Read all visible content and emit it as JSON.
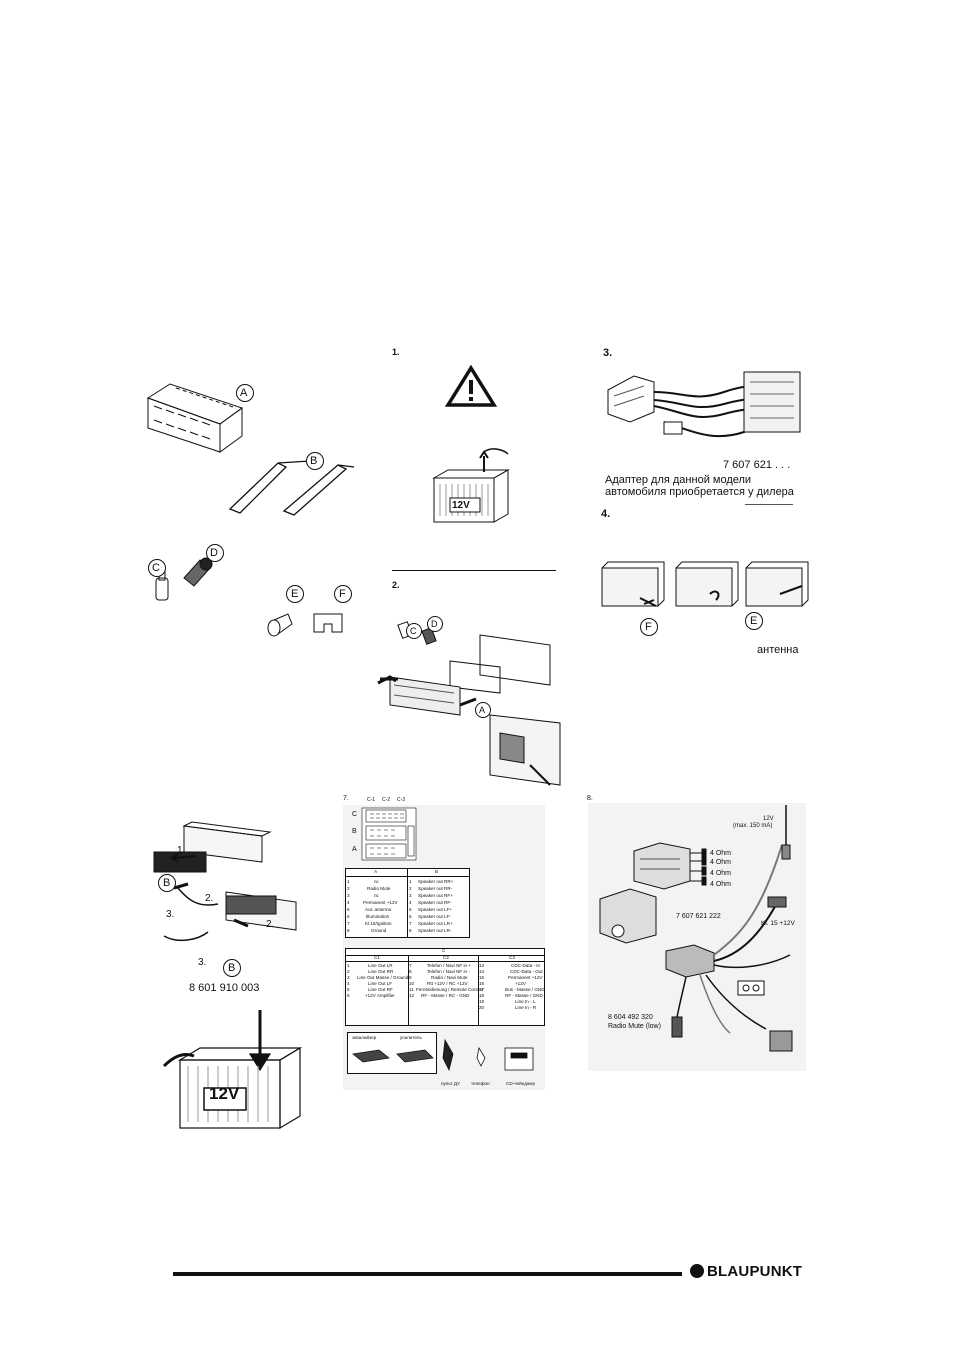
{
  "steps": {
    "s1": "1.",
    "s2": "2.",
    "s3": "3.",
    "s4": "4.",
    "s7": "7.",
    "s8": "8."
  },
  "parts": {
    "A": "A",
    "B": "B",
    "C": "C",
    "D": "D",
    "E": "E",
    "F": "F"
  },
  "battery_label": "12V",
  "step3": {
    "part_number": "7 607 621 . . .",
    "note_line1": "Адаптер для данной модели",
    "note_line2": "автомобиля приобретается у дилера"
  },
  "step4": {
    "antenna": "антенна",
    "F": "F",
    "E": "E"
  },
  "removal": {
    "num1": "1.",
    "num2a": "2.",
    "num2b": "2.",
    "num3a": "3.",
    "num3b": "3.",
    "partB1": "B",
    "partB2": "B",
    "tool_number": "8 601 910 003"
  },
  "connector": {
    "top_labels": [
      "C-1",
      "C-2",
      "C-3"
    ],
    "rows": [
      "C",
      "B",
      "A"
    ],
    "tableA_header": "A",
    "tableB_header": "B",
    "tableA": [
      "1",
      "2",
      "3",
      "4",
      "5",
      "6",
      "7",
      "8"
    ],
    "tableA_text": [
      "nc",
      "Radio Mute",
      "nc",
      "Permanent +12V",
      "Aut. antenna",
      "Illumination",
      "Kl.15/Ignition",
      "Ground"
    ],
    "tableB_text": [
      "Speaker out RR+",
      "Speaker out RR-",
      "Speaker out RF+",
      "Speaker out RF-",
      "Speaker out LF+",
      "Speaker out LF-",
      "Speaker out LR+",
      "Speaker out LR-"
    ],
    "tableC_header": "C",
    "c1": "C1",
    "c2": "C2",
    "c3": "C3",
    "c1_text": [
      "Line Out LR",
      "Line Out RR",
      "Line Out Masse / Ground",
      "Line Out LF",
      "Line Out RF",
      "+12V Amplifier"
    ],
    "c2_text": [
      "Telefon / Navi NF in +",
      "Telefon / Navi NF in -",
      "Radio / Navi Mute",
      "Rtt +12V / RC +12V",
      "Fernbedienung / Remote Control",
      "RF - Masse / RC - GND"
    ],
    "c3_text": [
      "CDC-Data - In",
      "CDC-Data - Out",
      "Permanent +12V",
      "+12V",
      "Bus - Masse / GND",
      "RF - Masse / GND",
      "Line In - L",
      "Line In - R"
    ],
    "nums_c1": [
      "1",
      "2",
      "3",
      "4",
      "5",
      "6"
    ],
    "nums_c2": [
      "7",
      "8",
      "9",
      "10",
      "11",
      "12"
    ],
    "nums_c3": [
      "13",
      "14",
      "15",
      "16",
      "17",
      "18",
      "19",
      "20"
    ],
    "device_labels": [
      "эквалайзер",
      "усилитель",
      "пульт ДУ",
      "телефон",
      "CD-чейнджер"
    ]
  },
  "wiring": {
    "ohm": [
      "4 Ohm",
      "4 Ohm",
      "4 Ohm",
      "4 Ohm"
    ],
    "v12": "12V",
    "max": "(max. 150 mA)",
    "part_adapter": "7 607 621 222",
    "kl15": "Kl. 15 +12V",
    "part_mute": "8 604 492 320",
    "mute": "Radio Mute (low)"
  },
  "brand": "BLAUPUNKT"
}
